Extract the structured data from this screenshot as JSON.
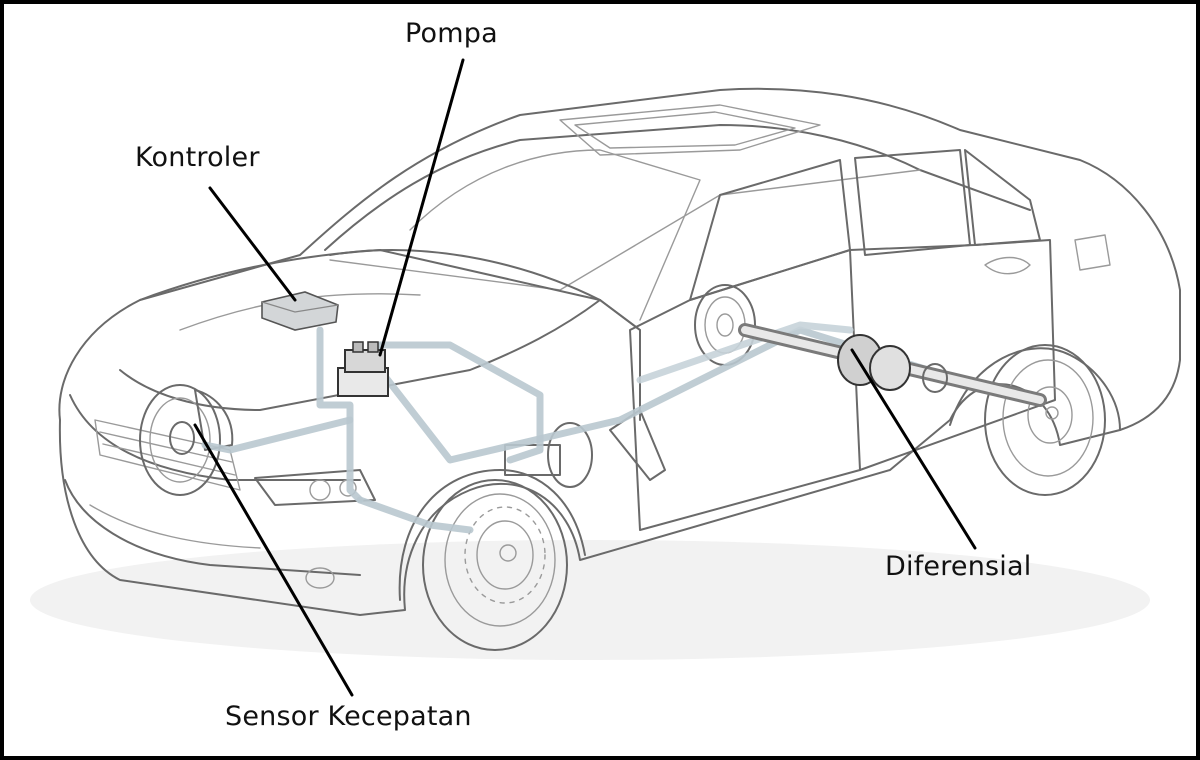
{
  "labels": {
    "pump": "Pompa",
    "controller": "Kontroler",
    "differential": "Diferensial",
    "speed_sensor": "Sensor Kecepatan"
  },
  "colors": {
    "frame": "#000000",
    "car_outline": "#6a6a6a",
    "brake_lines": "#b9c8cf",
    "controller_fill": "#d3d6d8",
    "leader": "#000000"
  }
}
